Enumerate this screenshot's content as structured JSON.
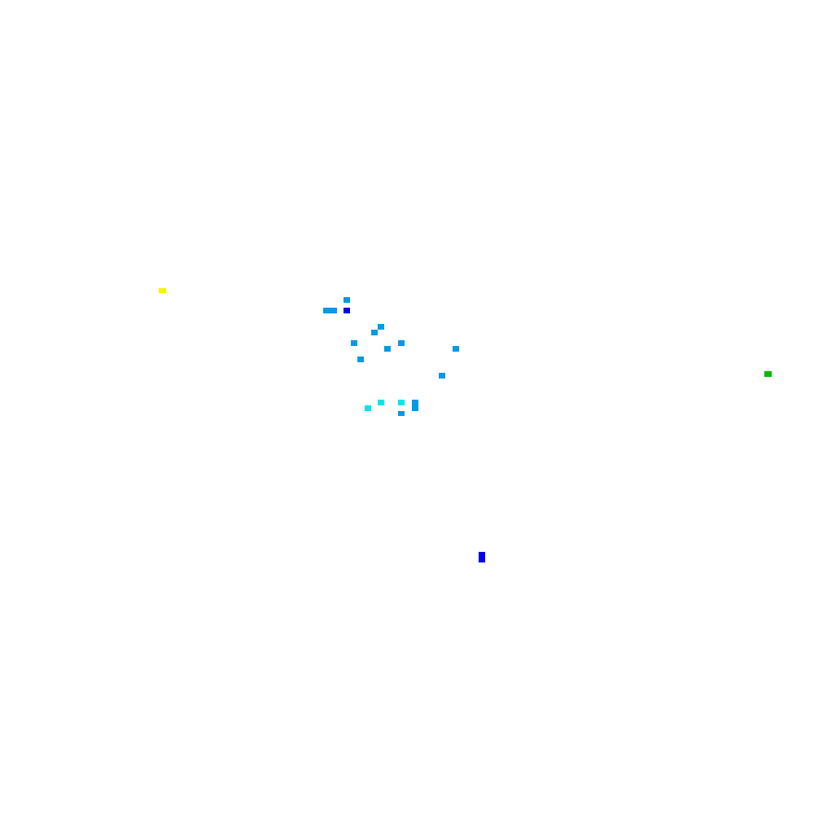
{
  "palette": {
    "background": "#ffffff",
    "yellow": "#f5f500",
    "sky": "#0099e6",
    "cyan": "#00e6e6",
    "deep_blue": "#0000ee",
    "green": "#00bb00"
  },
  "markers": [
    {
      "name": "marker-yellow",
      "color": "yellow"
    },
    {
      "name": "marker-sky-1",
      "color": "sky"
    },
    {
      "name": "marker-sky-2",
      "color": "sky"
    },
    {
      "name": "marker-deep-blue-1",
      "color": "deep_blue"
    },
    {
      "name": "marker-sky-3",
      "color": "sky"
    },
    {
      "name": "marker-sky-4",
      "color": "sky"
    },
    {
      "name": "marker-sky-5",
      "color": "sky"
    },
    {
      "name": "marker-sky-6",
      "color": "sky"
    },
    {
      "name": "marker-sky-7",
      "color": "sky"
    },
    {
      "name": "marker-sky-8",
      "color": "sky"
    },
    {
      "name": "marker-sky-9",
      "color": "sky"
    },
    {
      "name": "marker-sky-10",
      "color": "sky"
    },
    {
      "name": "marker-green",
      "color": "green"
    },
    {
      "name": "marker-cyan-1",
      "color": "cyan"
    },
    {
      "name": "marker-cyan-2",
      "color": "cyan"
    },
    {
      "name": "marker-cyan-3",
      "color": "cyan"
    },
    {
      "name": "marker-sky-11",
      "color": "sky"
    },
    {
      "name": "marker-sky-12",
      "color": "sky"
    },
    {
      "name": "marker-deep-blue-2",
      "color": "deep_blue"
    }
  ]
}
